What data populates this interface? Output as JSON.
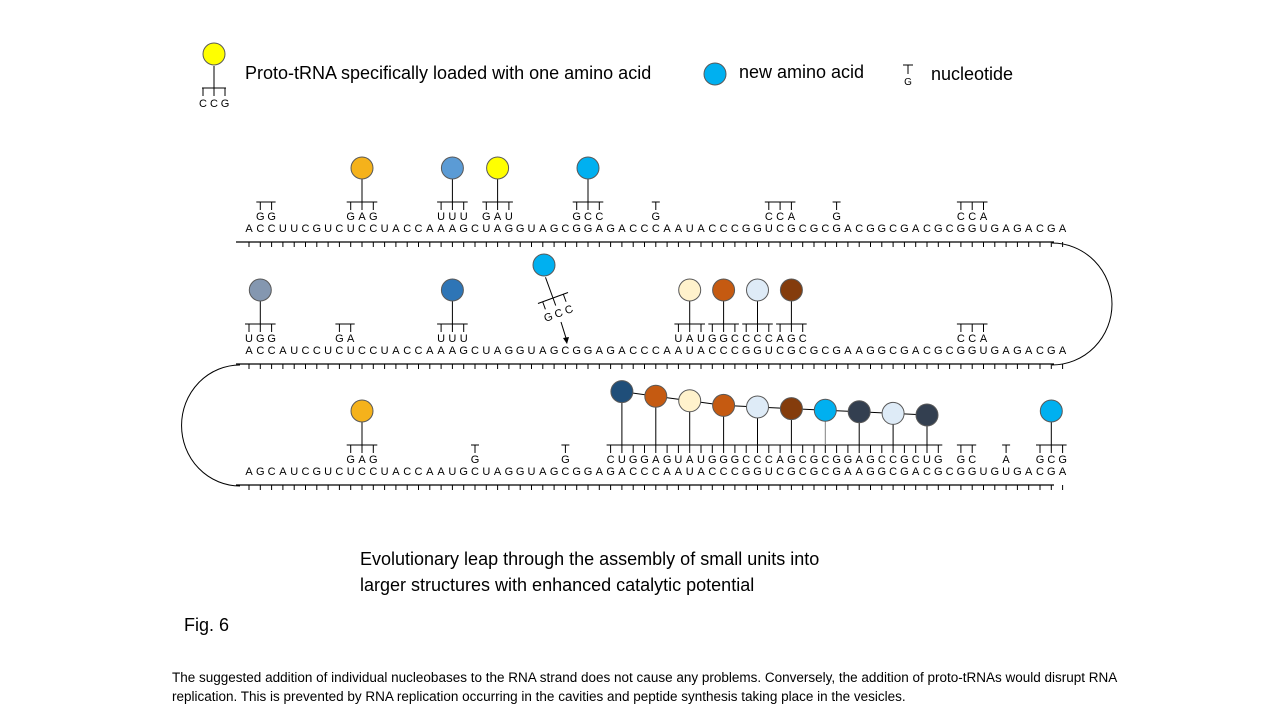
{
  "legend": {
    "trna_label": "Proto-tRNA specifically loaded with one amino acid",
    "trna_anticodon": "CCG",
    "new_amino_acid_label": "new amino acid",
    "nucleotide_label": "nucleotide",
    "nucleotide_base": "G"
  },
  "strands": [
    {
      "sequence": "ACCUUCGUCUCCUACCAAAGCUAGGUAGCGGAGACCCAAUACCCGGUCGCGCGACGGCGACGCGGUGAGACGA",
      "units": [
        {
          "bases": "GG",
          "pos": 1
        },
        {
          "bases": "GAG",
          "pos": 9,
          "amino_color": "#F5B21B"
        },
        {
          "bases": "UUU",
          "pos": 17,
          "amino_color": "#5B9BD5"
        },
        {
          "bases": "GAU",
          "pos": 21,
          "amino_color": "#FFFF00"
        },
        {
          "bases": "GCC",
          "pos": 29,
          "amino_color": "#00B0F0"
        },
        {
          "bases": "G",
          "pos": 36
        },
        {
          "bases": "CCA",
          "pos": 46
        },
        {
          "bases": "G",
          "pos": 52
        },
        {
          "bases": "CCA",
          "pos": 63
        }
      ]
    },
    {
      "sequence": "ACCAUCCUCUCCUACCAAAGCUAGGUAGCGGAGACCCAAUACCCGGUCGCGCGAAGGCGACGCGGUGAGACGA",
      "units": [
        {
          "bases": "UGG",
          "pos": 0,
          "amino_color": "#8497B0"
        },
        {
          "bases": "GA",
          "pos": 8
        },
        {
          "bases": "UUU",
          "pos": 17,
          "amino_color": "#2E75B6"
        },
        {
          "bases": "UAU",
          "pos": 38,
          "amino_color": "#FFF2CC"
        },
        {
          "bases": "GGC",
          "pos": 41,
          "amino_color": "#C55A11"
        },
        {
          "bases": "CCC",
          "pos": 44,
          "amino_color": "#DEEBF7"
        },
        {
          "bases": "AGC",
          "pos": 47,
          "amino_color": "#843C0C"
        },
        {
          "bases": "CCA",
          "pos": 63
        }
      ],
      "incoming": {
        "bases": "GCC",
        "amino_color": "#00B0F0"
      }
    },
    {
      "sequence": "AGCAUCGUCUCCUACCAAUGCUAGGUAGCGGAGACCCAAUACCCGGUCGCGCGAAGGCGACGCGGUGUGACGA",
      "units": [
        {
          "bases": "GAG",
          "pos": 9,
          "amino_color": "#F5B21B"
        },
        {
          "bases": "G",
          "pos": 20
        },
        {
          "bases": "G",
          "pos": 28
        },
        {
          "bases": "CUGGAGUAUGGGCCCAGCGCGGAGCCGCUG",
          "pos": 32,
          "chain_colors": [
            "#1F4E79",
            "#C55A11",
            "#FFF2CC",
            "#C55A11",
            "#DEEBF7",
            "#843C0C",
            "#00B0F0",
            "#333F50",
            "#DEEBF7",
            "#333F50"
          ]
        },
        {
          "bases": "GC",
          "pos": 63
        },
        {
          "bases": "A",
          "pos": 67
        },
        {
          "bases": "GCG",
          "pos": 70,
          "amino_color": "#00B0F0"
        }
      ]
    }
  ],
  "caption": {
    "line1": "Evolutionary leap through the assembly of small units into",
    "line2": "larger structures with enhanced catalytic potential"
  },
  "figure_label": "Fig. 6",
  "note": "The suggested addition of individual nucleobases to the RNA strand does not cause any problems. Conversely, the addition of proto-tRNAs would disrupt RNA replication. This is prevented by RNA replication occurring in the cavities and peptide synthesis taking place in the vesicles."
}
